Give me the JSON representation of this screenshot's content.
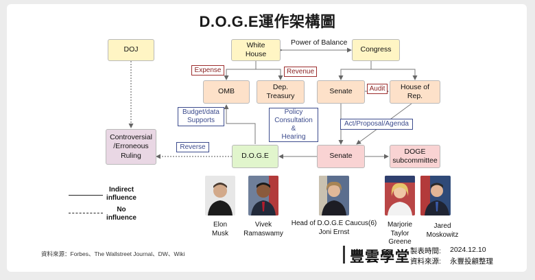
{
  "title": "D.O.G.E運作架構圖",
  "nodes": {
    "doj": "DOJ",
    "white_house": "White\nHouse",
    "congress": "Congress",
    "omb": "OMB",
    "treasury": "Dep.\nTreasury",
    "senate_top": "Senate",
    "house": "House of\nRep.",
    "ruling": "Controversial\n/Erroneous\nRuling",
    "doge": "D.O.G.E",
    "senate_bottom": "Senate",
    "doge_sub": "DOGE\nsubcommittee"
  },
  "labels": {
    "power_of_balance": "Power of Balance",
    "expense": "Expense",
    "revenue": "Revenue",
    "audit": "Audit",
    "budget": "Budget/data\nSupports",
    "policy": "Policy\nConsultation\n&\nHearing",
    "act": "Act/Proposal/Agenda",
    "reverse": "Reverse"
  },
  "legend": {
    "indirect": "Indirect\ninfluence",
    "none": "No\ninfluence"
  },
  "people": [
    {
      "name": "Elon\nMusk"
    },
    {
      "name": "Vivek\nRamaswamy"
    },
    {
      "name": "Head of D.O.G.E Caucus(6)\nJoni Ernst"
    },
    {
      "name": "Marjorie\nTaylor\nGreene"
    },
    {
      "name": "Jared\nMoskowitz"
    }
  ],
  "footer": {
    "source": "資料來源：Forbes、The Wallstreet Journal、DW、Wiki",
    "brand": "豐雲學堂",
    "date_label": "製表時間:",
    "date_value": "2024.12.10",
    "src_label": "資料來源:",
    "src_value": "永豐投顧整理"
  },
  "colors": {
    "yellow": "#fff5c4",
    "orange": "#fde1c9",
    "pink": "#f9d3d3",
    "purple": "#e9d7e4",
    "green": "#e1f5cc",
    "red_tag": "#9c2b2b",
    "blue_tag": "#3b4a8c"
  }
}
